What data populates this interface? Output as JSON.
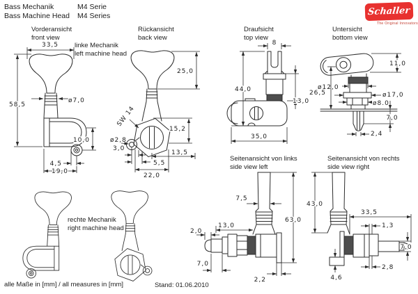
{
  "header": {
    "title_de": "Bass Mechanik",
    "title_en": "Bass Machine Head",
    "series_de": "M4 Serie",
    "series_en": "M4 Series"
  },
  "logo": {
    "brand": "Schaller",
    "tagline": "The Original Innovators",
    "bg_color": "#e8312f"
  },
  "views": {
    "front": {
      "label_de": "Vorderansicht",
      "label_en": "front view",
      "dims": {
        "width": "33,5",
        "height": "58,5",
        "shaft_dia": "ø7,0",
        "housing": "10,0",
        "ear_offset": "4,5",
        "base_width": "19,0"
      }
    },
    "back": {
      "label_de": "Rückansicht",
      "label_en": "back view",
      "note_de": "linke Mechanik",
      "note_en": "left machine head",
      "dims": {
        "button_height": "25,0",
        "wrench_size": "SW 14",
        "nut_height": "15,2",
        "hole_dia": "ø2,8",
        "hole_offset": "3,0",
        "center_offset": "13,5",
        "slot_offset": "5,5",
        "overall_width": "22,0"
      }
    },
    "top": {
      "label_de": "Draufsicht",
      "label_en": "top view",
      "dims": {
        "slot_width": "8",
        "overall_height": "44,0",
        "collar_height": "13,0",
        "housing_width": "35,0"
      }
    },
    "bottom": {
      "label_de": "Untersicht",
      "label_en": "bottom view",
      "dims": {
        "lever_height": "11,0",
        "bushing_dia": "ø12,0",
        "flange_dia": "ø17,0",
        "post_dia": "ø8.0",
        "overall_height": "26,5",
        "post_length": "7,0",
        "tip_dia": "2,4"
      }
    },
    "side_left": {
      "label_de": "Seitenansicht von links",
      "label_en": "side view left",
      "dims": {
        "shaft_dia": "7,5",
        "collar_width": "13,0",
        "tip_length": "2,0",
        "overall_height": "63,0",
        "knob_dia": "7,0",
        "plate_thickness": "2,2"
      }
    },
    "side_right": {
      "label_de": "Seitenansicht von rechts",
      "label_en": "side view right",
      "dims": {
        "button_height": "43,0",
        "overall_width": "33,5",
        "plate_thickness": "1,3",
        "post_dia": "7,0",
        "tip_dia": "2,8",
        "foot_height": "4,6"
      }
    },
    "right_head": {
      "note_de": "rechte Mechanik",
      "note_en": "right machine head"
    }
  },
  "footer": {
    "units_note": "alle Maße in [mm] / all measures in [mm]",
    "revision": "Stand: 01.06.2010"
  }
}
